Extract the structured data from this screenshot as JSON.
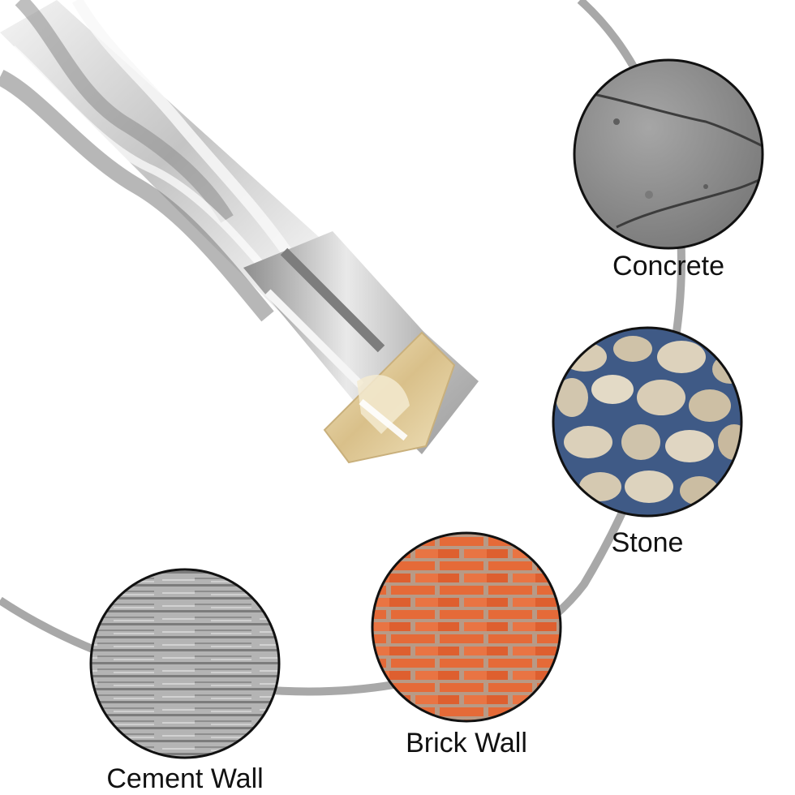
{
  "materials": {
    "concrete": {
      "label": "Concrete"
    },
    "stone": {
      "label": "Stone"
    },
    "brick_wall": {
      "label": "Brick Wall"
    },
    "cement_wall": {
      "label": "Cement Wall"
    }
  },
  "colors": {
    "arc": "#a8a8a8",
    "drill_steel": "#c9c9c9",
    "carbide_tip": "#e8d7a9",
    "brick": "#e56a38",
    "mortar": "#b89a86",
    "stone_mortar": "#3f5a86",
    "concrete": "#8f8f8f",
    "cement": "#a6a6a6"
  }
}
